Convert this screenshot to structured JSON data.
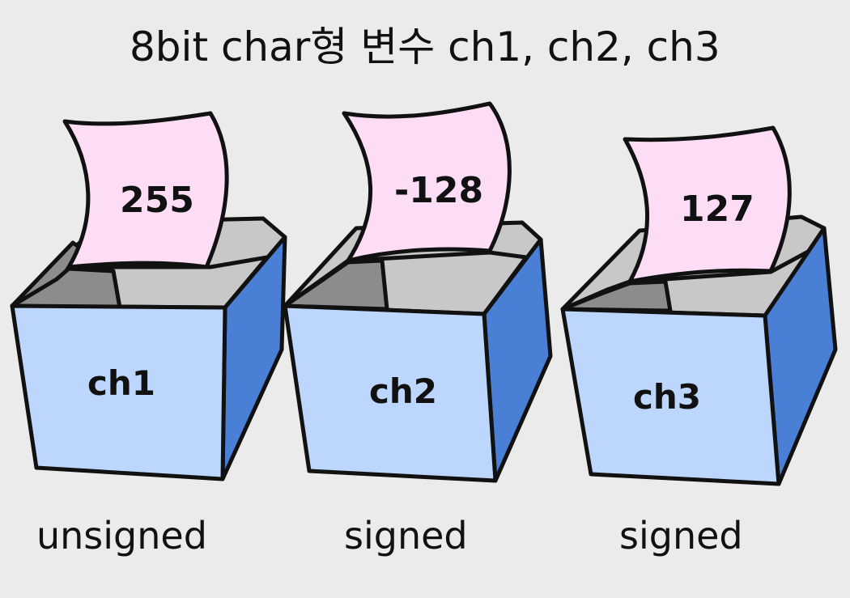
{
  "title": "8bit char형 변수 ch1, ch2, ch3",
  "colors": {
    "background": "#ebebeb",
    "paper": "#fdddf6",
    "box_front": "#bcd6fd",
    "box_side": "#4a7fd6",
    "box_top_dark": "#8c8c8c",
    "box_top_light": "#c8c8c8",
    "ink": "#111111"
  },
  "boxes": [
    {
      "name": "ch1",
      "value": "255",
      "type": "unsigned"
    },
    {
      "name": "ch2",
      "value": "-128",
      "type": "signed"
    },
    {
      "name": "ch3",
      "value": "127",
      "type": "signed"
    }
  ]
}
